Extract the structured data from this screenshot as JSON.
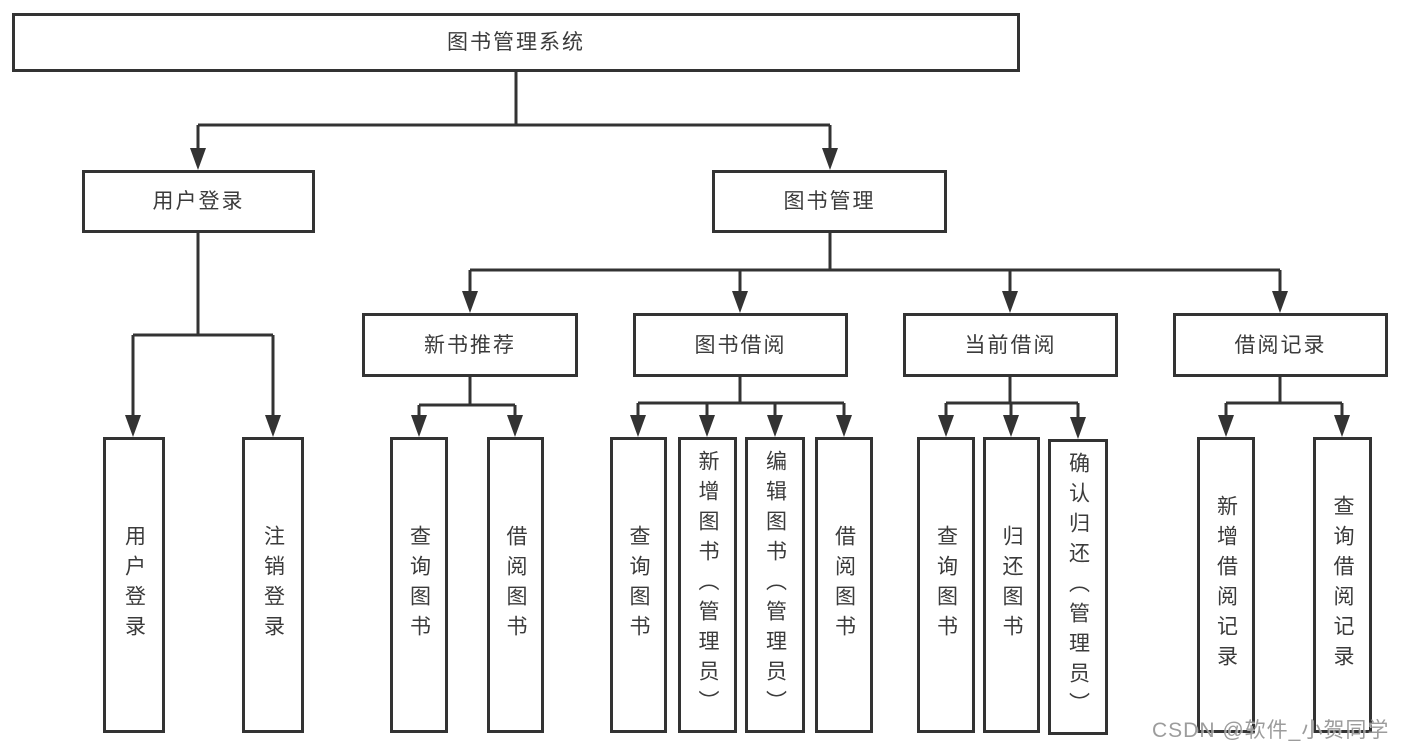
{
  "diagram": {
    "title_node": {
      "label": "图书管理系统"
    },
    "level2": [
      {
        "label": "用户登录"
      },
      {
        "label": "图书管理"
      }
    ],
    "level3": [
      {
        "label": "新书推荐"
      },
      {
        "label": "图书借阅"
      },
      {
        "label": "当前借阅"
      },
      {
        "label": "借阅记录"
      }
    ],
    "leaves": {
      "user_login": [
        "用户登录",
        "注销登录"
      ],
      "new_book": [
        "查询图书",
        "借阅图书"
      ],
      "book_borrow": [
        "查询图书",
        "新增图书（管理员）",
        "编辑图书（管理员）",
        "借阅图书"
      ],
      "current_borrow": [
        "查询图书",
        "归还图书",
        "确认归还（管理员）"
      ],
      "borrow_record": [
        "新增借阅记录",
        "查询借阅记录"
      ]
    }
  },
  "watermark": {
    "text": "CSDN @软件_小贺同学"
  },
  "colors": {
    "line": "#333333",
    "box_border": "#333333",
    "text": "#3b3b3b",
    "background": "#ffffff",
    "watermark": "#949494"
  }
}
